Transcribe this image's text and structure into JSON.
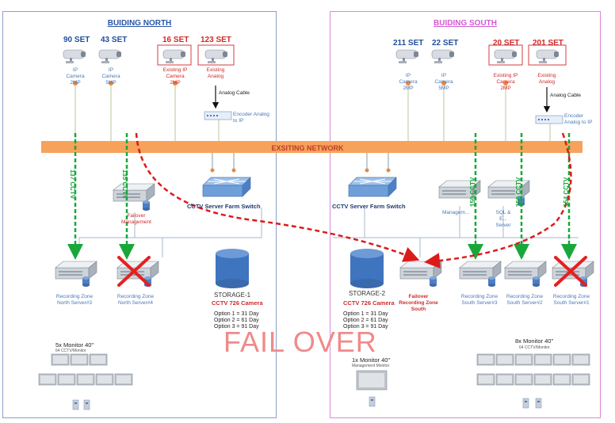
{
  "buildings": {
    "north": {
      "title": "BUIDING NORTH"
    },
    "south": {
      "title": "BUIDING SOUTH"
    }
  },
  "network": {
    "label": "EXSITING NETWORK"
  },
  "north_cameras": [
    {
      "count": "90 SET",
      "label": "IP Camera 2MP",
      "type": "ip"
    },
    {
      "count": "43 SET",
      "label": "IP Camera 5MP",
      "type": "ip"
    },
    {
      "count": "16 SET",
      "label": "Existing IP Camera 2MP",
      "type": "existing"
    },
    {
      "count": "123 SET",
      "label": "Existing Analog",
      "type": "existing"
    }
  ],
  "south_cameras": [
    {
      "count": "211 SET",
      "label": "IP Camera 2MP",
      "type": "ip"
    },
    {
      "count": "22 SET",
      "label": "IP Camera 5MP",
      "type": "ip"
    },
    {
      "count": "20 SET",
      "label": "Existing IP Camera 2MP",
      "type": "existing"
    },
    {
      "count": "201 SET",
      "label": "Existing Analog",
      "type": "existing"
    }
  ],
  "analog_cable": {
    "north": "Analog Cable",
    "south": "Analog Cable"
  },
  "encoder": {
    "north": "Encoder Analog to IP",
    "south": "Encoder Analog to IP"
  },
  "switches": {
    "north": "CCTV Server Farm Switch",
    "south": "CCTV Server Farm Switch"
  },
  "north_failover_server": {
    "label": "Failover Management"
  },
  "south_mgmt": {
    "management": "Managem...",
    "sql": "SQL & E... Server"
  },
  "cctv_links": {
    "north": [
      "137 CCTV",
      "135 CCTV"
    ],
    "south": [
      "150 CCTV",
      "150 CCTV",
      "154 CCTV"
    ]
  },
  "north_recorders": [
    {
      "label": "Recording Zone North Server#3",
      "failed": false
    },
    {
      "label": "Recording Zone North Server#4",
      "failed": true
    }
  ],
  "south_recorders": [
    {
      "label": "Failover Recording Zone South",
      "failed": false,
      "failover": true
    },
    {
      "label": "Recording Zone South Server#3",
      "failed": false
    },
    {
      "label": "Recording Zone South Server#2",
      "failed": false
    },
    {
      "label": "Recording Zone South Server#1",
      "failed": true
    }
  ],
  "storage": {
    "north": {
      "name": "STORAGE-1",
      "camera": "CCTV 726 Camera",
      "options": [
        "Option 1 = 31 Day",
        "Option 2 = 61 Day",
        "Option 3 = 91 Day"
      ]
    },
    "south": {
      "name": "STORAGE-2",
      "camera": "CCTV 726 Camera",
      "options": [
        "Option 1 = 31 Day",
        "Option 2 = 61 Day",
        "Option 3 = 91 Day"
      ]
    }
  },
  "monitors": {
    "north": {
      "title": "5x Monitor 40\"",
      "sub": "64 CCTV/Monitor"
    },
    "mgmt": {
      "title": "1x Monitor 40\"",
      "sub": "Management Monitor"
    },
    "south": {
      "title": "8x Monitor 40\"",
      "sub": "64 CCTV/Monitor"
    }
  },
  "failover_banner": "FAIL OVER",
  "colors": {
    "network": "#f6a25a",
    "link": "#18a83a",
    "failover_arrow": "#dd1a1a",
    "fail_x": "#e52020"
  }
}
